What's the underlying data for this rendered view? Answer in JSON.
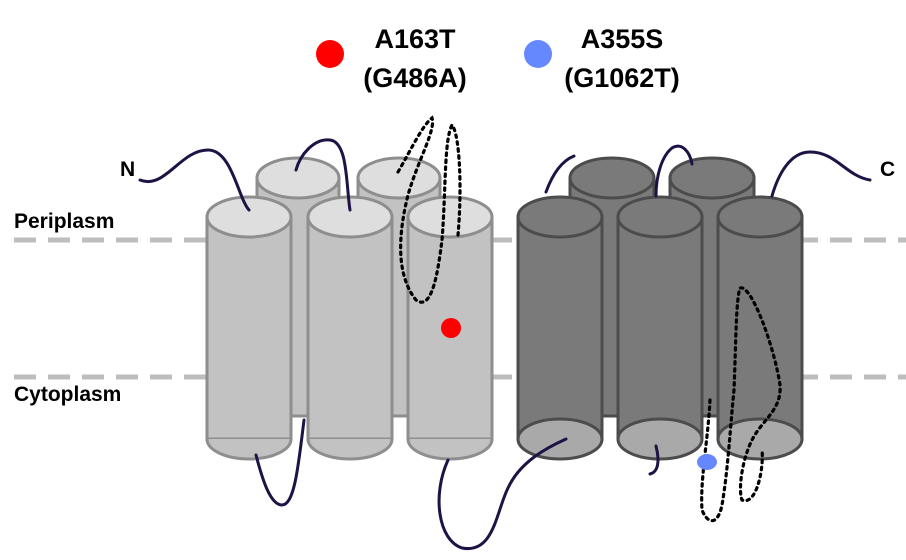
{
  "legend": {
    "mutation_1": {
      "line1": "A163T",
      "line2": "(G486A)",
      "color": "#ff0000"
    },
    "mutation_2": {
      "line1": "A355S",
      "line2": "(G1062T)",
      "color": "#6688ff"
    }
  },
  "membrane": {
    "top_label": "Periplasm",
    "bottom_label": "Cytoplasm"
  },
  "termini": {
    "n": "N",
    "c": "C"
  },
  "colors": {
    "n_domain": "#c2c2c2",
    "c_domain": "#7a7a7a",
    "loop": "#1f1245",
    "membrane_line": "#bdbdbd"
  }
}
